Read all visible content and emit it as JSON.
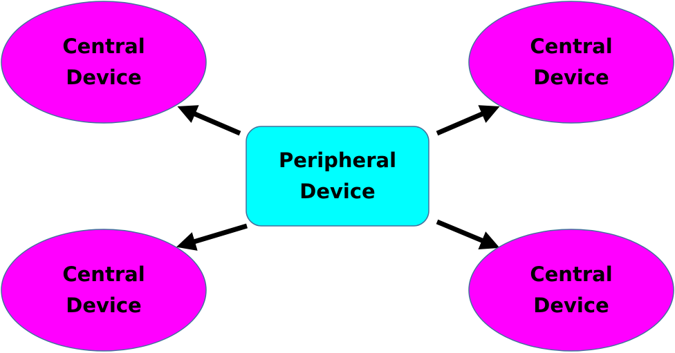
{
  "nodes": {
    "peripheral": {
      "label": "Peripheral\nDevice",
      "fill": "#00FFFF",
      "stroke": "#41719C"
    },
    "central_top_left": {
      "label": "Central\nDevice",
      "fill": "#FF00FF",
      "stroke": "#41719C"
    },
    "central_top_right": {
      "label": "Central\nDevice",
      "fill": "#FF00FF",
      "stroke": "#41719C"
    },
    "central_bottom_left": {
      "label": "Central\nDevice",
      "fill": "#FF00FF",
      "stroke": "#41719C"
    },
    "central_bottom_right": {
      "label": "Central\nDevice",
      "fill": "#FF00FF",
      "stroke": "#41719C"
    }
  },
  "edges": [
    {
      "from": "peripheral",
      "to": "central_top_left"
    },
    {
      "from": "peripheral",
      "to": "central_top_right"
    },
    {
      "from": "peripheral",
      "to": "central_bottom_left"
    },
    {
      "from": "peripheral",
      "to": "central_bottom_right"
    }
  ],
  "arrow_color": "#000000"
}
